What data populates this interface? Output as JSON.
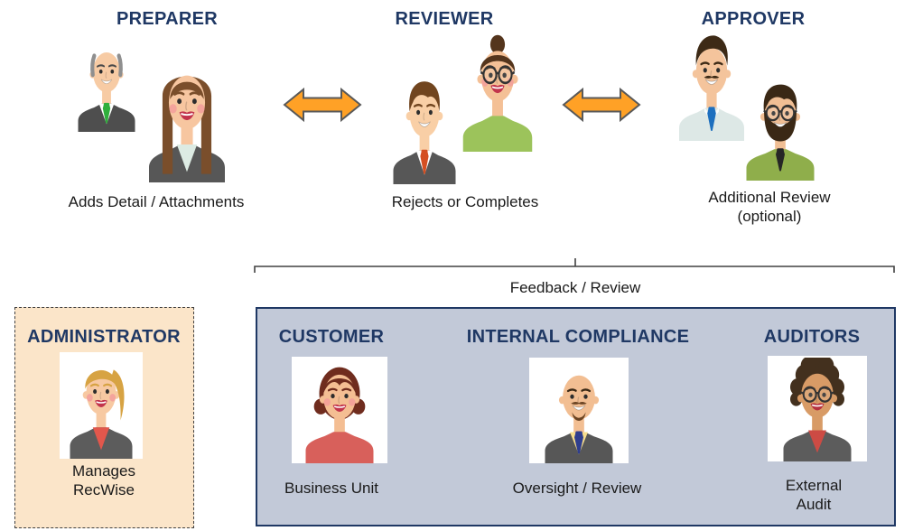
{
  "colors": {
    "title_navy": "#1F3864",
    "caption_text": "#1A1A1A",
    "arrow_fill": "#FFA126",
    "arrow_stroke": "#595959",
    "admin_fill": "#FBE5C9",
    "admin_border": "#404040",
    "panel_fill": "#C2C9D8",
    "panel_border": "#1F3864",
    "bracket_stroke": "#404040",
    "card_bg": "#FFFFFF"
  },
  "roles": [
    {
      "title": "PREPARER",
      "caption": "Adds Detail / Attachments"
    },
    {
      "title": "REVIEWER",
      "caption": "Rejects or Completes"
    },
    {
      "title": "APPROVER",
      "caption": "Additional Review\n(optional)"
    }
  ],
  "administrator": {
    "title": "ADMINISTRATOR",
    "caption": "Manages\nRecWise"
  },
  "feedback": {
    "bracket_label": "Feedback / Review",
    "groups": [
      {
        "title": "CUSTOMER",
        "caption": "Business Unit"
      },
      {
        "title": "INTERNAL COMPLIANCE",
        "caption": "Oversight / Review"
      },
      {
        "title": "AUDITORS",
        "caption": "External Audit"
      }
    ]
  },
  "people": {
    "preparer_male": {
      "desc": "balding man, grey hair, grey suit, green tie",
      "skin": "#F7CBA4",
      "hair": "baldsides",
      "hairColor": "#8F8F8F",
      "browColor": "#4A4A4A",
      "jacket": "#4E4E4E",
      "shirt": "#FFFFFF",
      "tie": "#2FAF3C",
      "mouth": "smile"
    },
    "preparer_female": {
      "desc": "woman, long brown hair with bangs, grey blazer",
      "skin": "#F7C6A0",
      "hair": "long",
      "hairColor": "#7A4E2B",
      "jacket": "#575757",
      "shirt": "#DDEBE3",
      "mouth": "lips",
      "lips": "#C2344C",
      "blush": true
    },
    "reviewer_male": {
      "desc": "young man, brown hair, grey suit, red tie",
      "skin": "#F9CFA6",
      "hair": "short",
      "hairColor": "#71451F",
      "jacket": "#575757",
      "shirt": "#FFFFFF",
      "tie": "#D44F22",
      "mouth": "smile"
    },
    "reviewer_female": {
      "desc": "woman with hair bun, glasses, green top",
      "skin": "#F4C096",
      "hair": "bun",
      "hairColor": "#54351D",
      "shirt": "#9CC35B",
      "mouth": "lips",
      "lips": "#C2344C",
      "blush": true,
      "glasses": true
    },
    "approver_male1": {
      "desc": "man with mustache, light blue shirt, blue tie",
      "skin": "#F4C49C",
      "hair": "pompadour",
      "hairColor": "#3D2A16",
      "shirt": "#DDE8E6",
      "tie": "#1D6FBE",
      "mouth": "smile",
      "mustache": true,
      "collar": true
    },
    "approver_male2": {
      "desc": "bearded man with glasses, olive shirt, black tie",
      "skin": "#F0BE94",
      "hair": "short",
      "hairColor": "#3A2815",
      "shirt": "#8FAE4B",
      "tie": "#262626",
      "mouth": "smile",
      "beard": true,
      "glasses": true
    },
    "administrator_female": {
      "desc": "blonde woman with side ponytail, red blouse, grey blazer",
      "skin": "#F7C9A2",
      "hair": "ponytail",
      "hairColor": "#D7A343",
      "jacket": "#5C5C5C",
      "shirt": "#E2574C",
      "mouth": "lips",
      "lips": "#C2344C",
      "blush": true
    },
    "customer_female": {
      "desc": "woman with auburn curly bob, red top",
      "skin": "#F4BE93",
      "hair": "bob",
      "hairColor": "#6F2C1E",
      "shirt": "#D8605B",
      "mouth": "lips",
      "lips": "#C2344C",
      "blush": true
    },
    "compliance_male": {
      "desc": "bald man with goatee, yellow shirt, navy tie, grey suit",
      "skin": "#F2BE92",
      "hair": "none",
      "hairColor": "#6B4423",
      "browColor": "#3A2815",
      "jacket": "#575757",
      "shirt": "#F6DD8C",
      "tie": "#2F3E8E",
      "mouth": "smile",
      "goatee": true
    },
    "auditor_female": {
      "desc": "woman with afro, glasses, red top, grey blazer",
      "skin": "#D89B66",
      "hair": "afro",
      "hairColor": "#43301E",
      "jacket": "#5C5C5C",
      "shirt": "#CC4B44",
      "mouth": "lips",
      "lips": "#B5303F",
      "glasses": true
    }
  }
}
